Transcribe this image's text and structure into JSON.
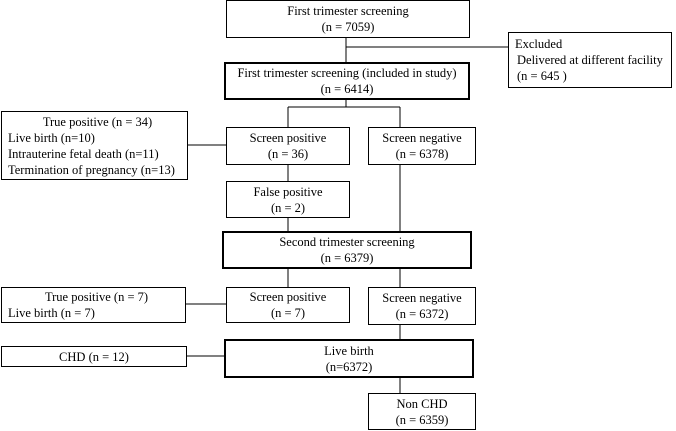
{
  "boxes": {
    "first_trimester": {
      "lines": [
        "First trimester screening",
        "(n = 7059)"
      ]
    },
    "excluded": {
      "lines": [
        "Excluded",
        "Delivered at different facility",
        "(n = 645 )"
      ]
    },
    "first_trimester_included": {
      "lines": [
        "First trimester screening (included in study)",
        "(n = 6414)"
      ]
    },
    "true_positive_1": {
      "lines": [
        "True positive (n = 34)",
        "Live birth (n=10)",
        "Intrauterine fetal death (n=11)",
        "Termination of pregnancy (n=13)"
      ]
    },
    "screen_positive_1": {
      "lines": [
        "Screen positive",
        "(n = 36)"
      ]
    },
    "screen_negative_1": {
      "lines": [
        "Screen negative",
        "(n = 6378)"
      ]
    },
    "false_positive": {
      "lines": [
        "False positive",
        "(n = 2)"
      ]
    },
    "second_trimester": {
      "lines": [
        "Second trimester screening",
        "(n = 6379)"
      ]
    },
    "true_positive_2": {
      "lines": [
        "True positive (n = 7)",
        "Live birth (n = 7)"
      ]
    },
    "screen_positive_2": {
      "lines": [
        "Screen positive",
        "(n = 7)"
      ]
    },
    "screen_negative_2": {
      "lines": [
        "Screen negative",
        "(n = 6372)"
      ]
    },
    "chd": {
      "lines": [
        "CHD (n = 12)"
      ]
    },
    "live_birth": {
      "lines": [
        "Live birth",
        "(n=6372)"
      ]
    },
    "non_chd": {
      "lines": [
        "Non CHD",
        "(n = 6359)"
      ]
    }
  }
}
